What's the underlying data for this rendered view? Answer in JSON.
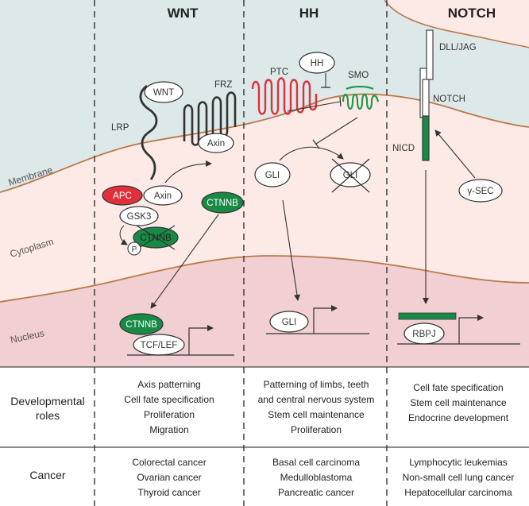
{
  "pathways": {
    "wnt": {
      "title": "WNT",
      "molecules": {
        "wnt": "WNT",
        "frz": "FRZ",
        "lrp": "LRP",
        "axin_top": "Axin",
        "apc": "APC",
        "axin": "Axin",
        "gsk3": "GSK3",
        "ctnnb_phos": "CTNNB",
        "p": "P",
        "ctnnb": "CTNNB",
        "ctnnb_nuc": "CTNNB",
        "tcf_lef": "TCF/LEF"
      },
      "developmental_roles": [
        "Axis patterning",
        "Cell fate specification",
        "Proliferation",
        "Migration"
      ],
      "cancer": [
        "Colorectal cancer",
        "Ovarian cancer",
        "Thyroid cancer"
      ]
    },
    "hh": {
      "title": "HH",
      "molecules": {
        "hh": "HH",
        "ptc": "PTC",
        "smo": "SMO",
        "gli": "GLI",
        "gli_x": "GLI",
        "gli_nuc": "GLI"
      },
      "developmental_roles": [
        "Patterning of limbs, teeth",
        "and central nervous system",
        "Stem cell maintenance",
        "Proliferation"
      ],
      "cancer": [
        "Basal cell carcinoma",
        "Medulloblastoma",
        "Pancreatic cancer"
      ]
    },
    "notch": {
      "title": "NOTCH",
      "molecules": {
        "dll_jag": "DLL/JAG",
        "notch": "NOTCH",
        "nicd": "NICD",
        "gamma_sec": "γ-SEC",
        "rbpj": "RBPJ"
      },
      "developmental_roles": [
        "Cell fate specification",
        "Stem cell maintenance",
        "Endocrine development"
      ],
      "cancer": [
        "Lymphocytic leukemias",
        "Non-small cell lung cancer",
        "Hepatocellular carcinoma"
      ]
    }
  },
  "regions": {
    "membrane": "Membrane",
    "cytoplasm": "Cytoplasm",
    "nucleus": "Nucleus"
  },
  "row_headers": {
    "developmental_line1": "Developmental",
    "developmental_line2": "roles",
    "cancer": "Cancer"
  },
  "colors": {
    "extracellular": "#dde8e8",
    "cytoplasm": "#fde9e6",
    "nucleus": "#f1cfd2",
    "membrane_line": "#b87a4a",
    "apc_red": "#e0303b",
    "ctnnb_green": "#178a45",
    "ptc_red": "#e0303b",
    "smo_green": "#1f9a4a"
  }
}
